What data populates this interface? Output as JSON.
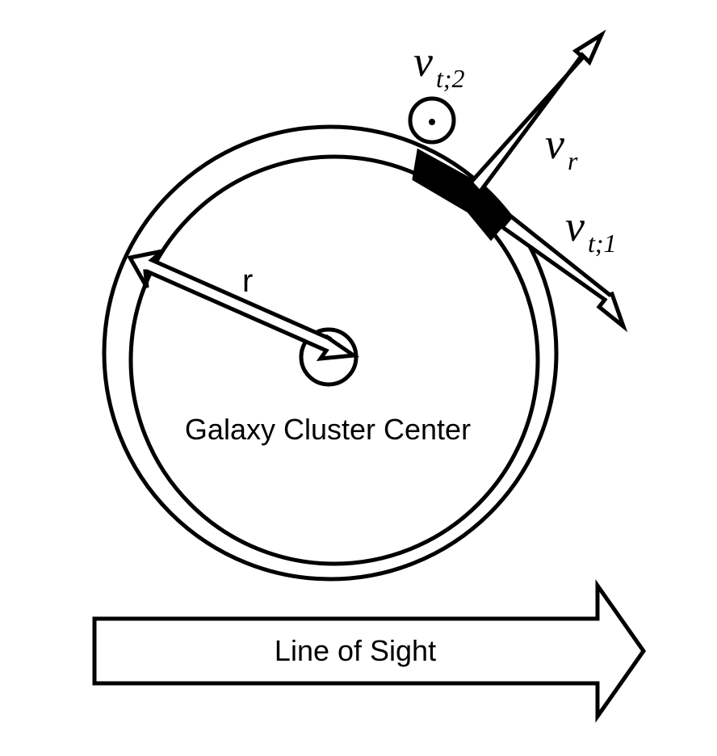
{
  "diagram": {
    "center_label": "Galaxy Cluster Center",
    "radius_label": "r",
    "line_of_sight_label": "Line of Sight",
    "v_t2": {
      "base": "v",
      "subscript": "t;2"
    },
    "v_r": {
      "base": "v",
      "subscript": "r"
    },
    "v_t1": {
      "base": "v",
      "subscript": "t;1"
    }
  },
  "colors": {
    "stroke": "#000000",
    "fill": "#ffffff",
    "galaxy_segment": "#000000"
  }
}
